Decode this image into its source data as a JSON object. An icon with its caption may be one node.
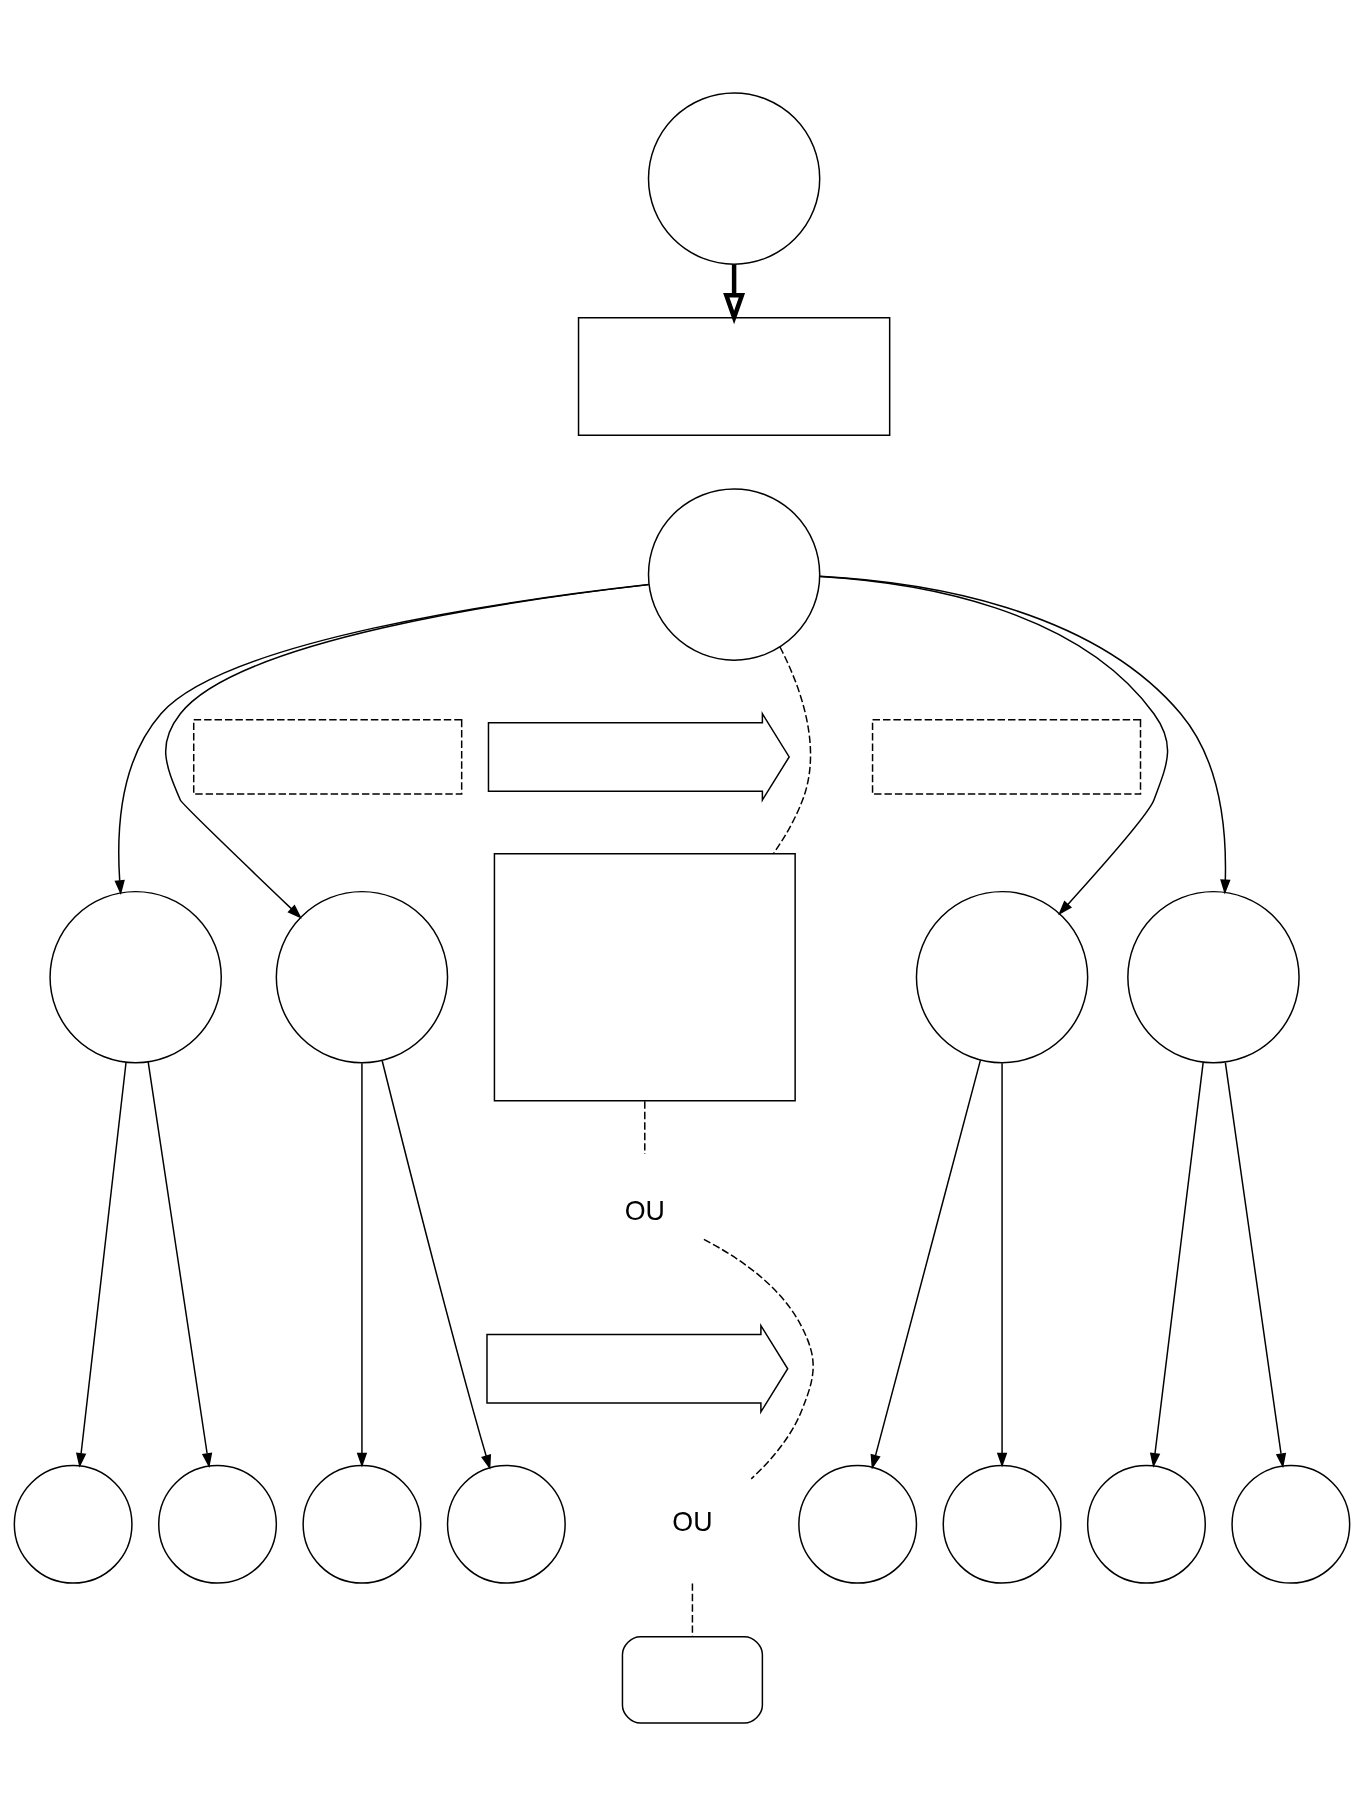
{
  "diagram": {
    "nodes": [
      {
        "text": [],
        "shape": "circle"
      },
      {
        "text": [],
        "shape": "box"
      },
      {
        "text": [],
        "shape": "circle"
      },
      {
        "text": [],
        "shape": "banner"
      },
      {
        "text": [],
        "shape": "banner"
      },
      {
        "text": [],
        "shape": "arrow"
      },
      {
        "text": [],
        "shape": "box"
      },
      {
        "text": [],
        "shape": "circle"
      },
      {
        "text": [],
        "shape": "circle"
      },
      {
        "text": [],
        "shape": "circle"
      },
      {
        "text": [],
        "shape": "circle"
      },
      {
        "text": [
          "OU"
        ]
      },
      {
        "text": [],
        "shape": "arrow"
      },
      {
        "text": [],
        "shape": "circle"
      },
      {
        "text": [],
        "shape": "circle"
      },
      {
        "text": [],
        "shape": "circle"
      },
      {
        "text": [],
        "shape": "circle"
      },
      {
        "text": [],
        "shape": "circle"
      },
      {
        "text": [],
        "shape": "circle"
      },
      {
        "text": [],
        "shape": "circle"
      },
      {
        "text": [],
        "shape": "circle"
      },
      {
        "text": [
          "OU"
        ]
      },
      {
        "text": [],
        "shape": "box"
      }
    ],
    "edges": [
      {
        "from": 0,
        "to": 1,
        "arrow": "to",
        "style": "thick"
      },
      {
        "from": 2,
        "to": 6,
        "arrow": "none",
        "style": "dashed"
      },
      {
        "from": 2,
        "to": 7,
        "arrow": "to"
      },
      {
        "from": 2,
        "to": 8,
        "arrow": "to"
      },
      {
        "from": 2,
        "to": 9,
        "arrow": "to"
      },
      {
        "from": 2,
        "to": 10,
        "arrow": "to"
      },
      {
        "from": 6,
        "to": 11,
        "arrow": "none",
        "style": "dashed"
      },
      {
        "from": 11,
        "to": 21,
        "arrow": "none",
        "style": "dashed"
      },
      {
        "from": 21,
        "to": 22,
        "arrow": "none",
        "style": "dashed"
      },
      {
        "from": 7,
        "to": 13,
        "arrow": "to"
      },
      {
        "from": 7,
        "to": 14,
        "arrow": "to"
      },
      {
        "from": 8,
        "to": 15,
        "arrow": "to"
      },
      {
        "from": 8,
        "to": 16,
        "arrow": "to"
      },
      {
        "from": 9,
        "to": 17,
        "arrow": "to"
      },
      {
        "from": 9,
        "to": 18,
        "arrow": "to"
      },
      {
        "from": 10,
        "to": 19,
        "arrow": "to"
      },
      {
        "from": 10,
        "to": 20,
        "arrow": "to"
      }
    ]
  }
}
